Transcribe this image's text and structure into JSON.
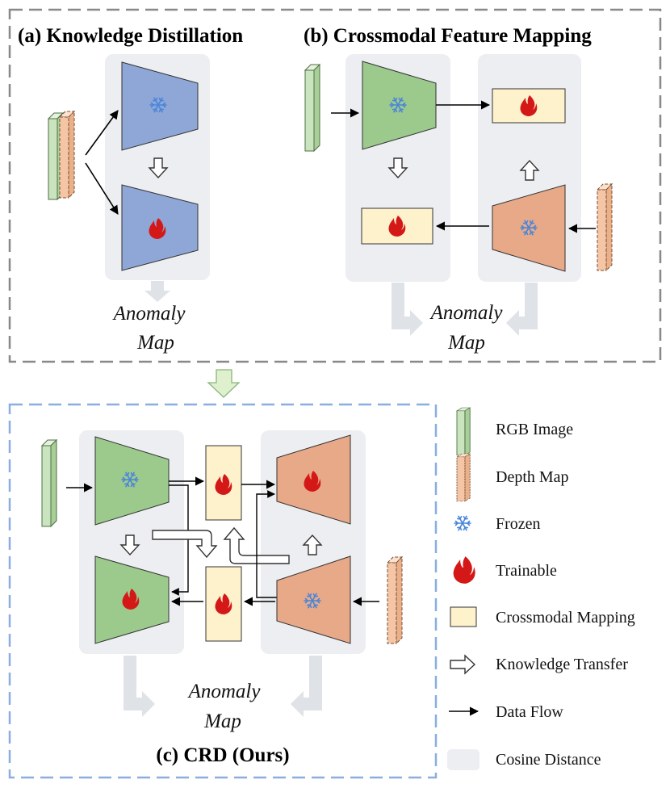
{
  "panel_a": {
    "title": "(a) Knowledge Distillation",
    "anomaly_line1": "Anomaly",
    "anomaly_line2": "Map"
  },
  "panel_b": {
    "title": "(b) Crossmodal Feature Mapping",
    "anomaly_line1": "Anomaly",
    "anomaly_line2": "Map"
  },
  "panel_c": {
    "title": "(c) CRD (Ours)",
    "anomaly_line1": "Anomaly",
    "anomaly_line2": "Map"
  },
  "legend": {
    "rgb": "RGB Image",
    "depth": "Depth Map",
    "frozen": "Frozen",
    "trainable": "Trainable",
    "mapping": "Crossmodal Mapping",
    "transfer": "Knowledge Transfer",
    "flow": "Data Flow",
    "cosine": "Cosine Distance"
  },
  "colors": {
    "rgb_fill": "#c9e4bf",
    "depth_fill": "#f5c6a5",
    "blue_block": "#8ea7d6",
    "green_block": "#9cc98c",
    "orange_block": "#e7a987",
    "mapping_fill": "#fdf2cc",
    "cosine_bg": "#edeef1",
    "flame": "#d41818",
    "snowflake": "#4a86d9",
    "dashed_border_top": "#888888",
    "dashed_border_bottom": "#8aaee0"
  },
  "icons": [
    "snowflake-icon",
    "flame-icon",
    "hollow-arrow-icon",
    "data-flow-arrow-icon"
  ]
}
